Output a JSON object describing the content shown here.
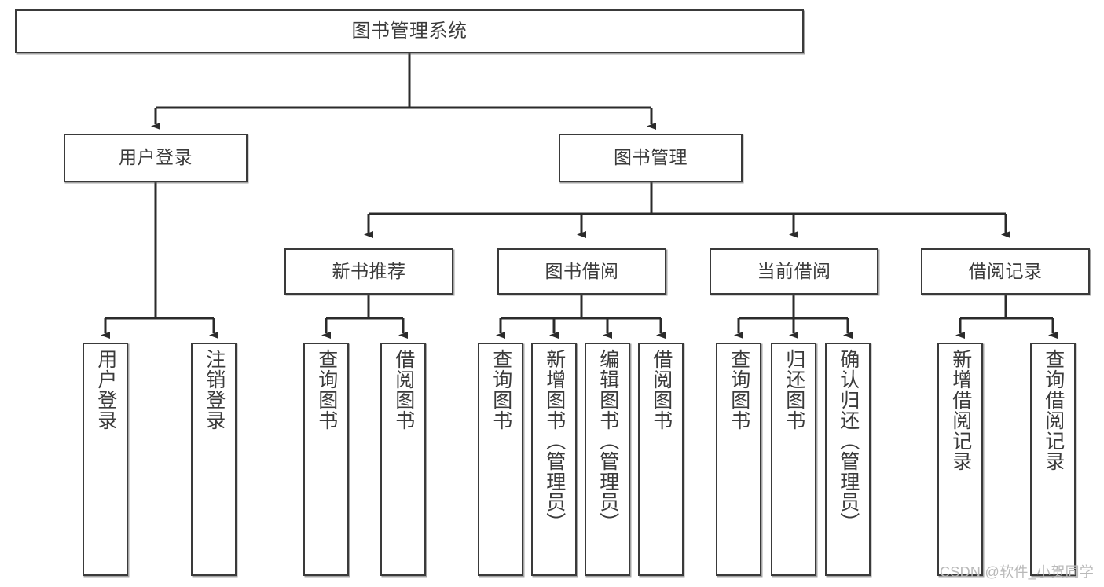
{
  "diagram": {
    "title": "图书管理系统",
    "type": "tree-hierarchy",
    "background_color": "#ffffff",
    "box_border_color": "#3a3a3a",
    "text_color": "#3b3b3b",
    "edge_color": "#2b2b2b"
  },
  "watermark": {
    "text": "CSDN @软件_小贺同学",
    "color": "#b9b9b9"
  },
  "nodes": {
    "root": {
      "label": "图书管理系统"
    },
    "level2": [
      {
        "label": "用户登录"
      },
      {
        "label": "图书管理"
      }
    ],
    "level3": [
      {
        "label": "新书推荐"
      },
      {
        "label": "图书借阅"
      },
      {
        "label": "当前借阅"
      },
      {
        "label": "借阅记录"
      }
    ],
    "leaves": {
      "user_login": [
        {
          "label": "用户登录"
        },
        {
          "label": "注销登录"
        }
      ],
      "new_book_recommend": [
        {
          "label": "查询图书"
        },
        {
          "label": "借阅图书"
        }
      ],
      "book_borrow": [
        {
          "label": "查询图书"
        },
        {
          "label": "新增图书（管理员）"
        },
        {
          "label": "编辑图书（管理员）"
        },
        {
          "label": "借阅图书"
        }
      ],
      "current_borrow": [
        {
          "label": "查询图书"
        },
        {
          "label": "归还图书"
        },
        {
          "label": "确认归还（管理员）"
        }
      ],
      "borrow_record": [
        {
          "label": "新增借阅记录"
        },
        {
          "label": "查询借阅记录"
        }
      ]
    }
  }
}
